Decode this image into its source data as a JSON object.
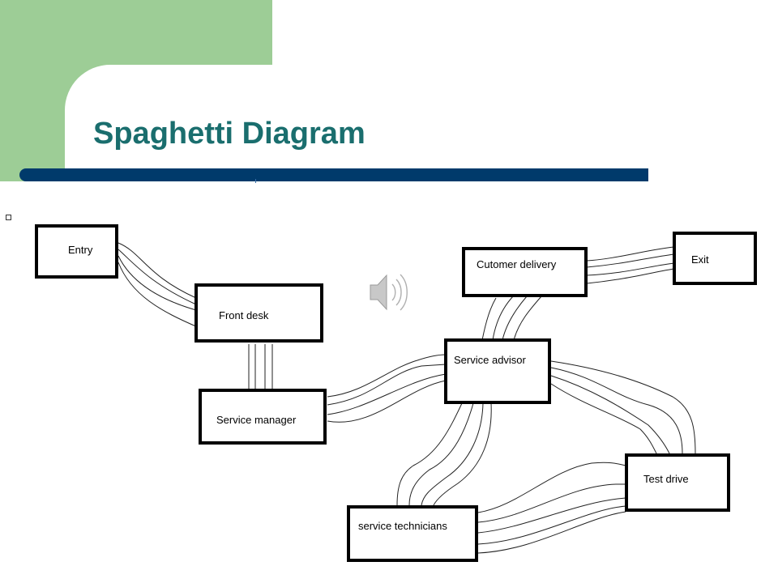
{
  "slide": {
    "title": "Spaghetti Diagram",
    "colors": {
      "title": "#1a6e6e",
      "accent_green": "#9dcd96",
      "title_bar": "#003a6b"
    }
  },
  "diagram": {
    "boxes": [
      {
        "id": "entry",
        "label": "Entry"
      },
      {
        "id": "front-desk",
        "label": "Front desk"
      },
      {
        "id": "service-manager",
        "label": "Service manager"
      },
      {
        "id": "customer-delivery",
        "label": "Cutomer delivery"
      },
      {
        "id": "exit",
        "label": "Exit"
      },
      {
        "id": "service-advisor",
        "label": "Service advisor"
      },
      {
        "id": "test-drive",
        "label": "Test drive"
      },
      {
        "id": "service-technicians",
        "label": "service technicians"
      }
    ],
    "speaker_icon": "speaker-icon"
  }
}
